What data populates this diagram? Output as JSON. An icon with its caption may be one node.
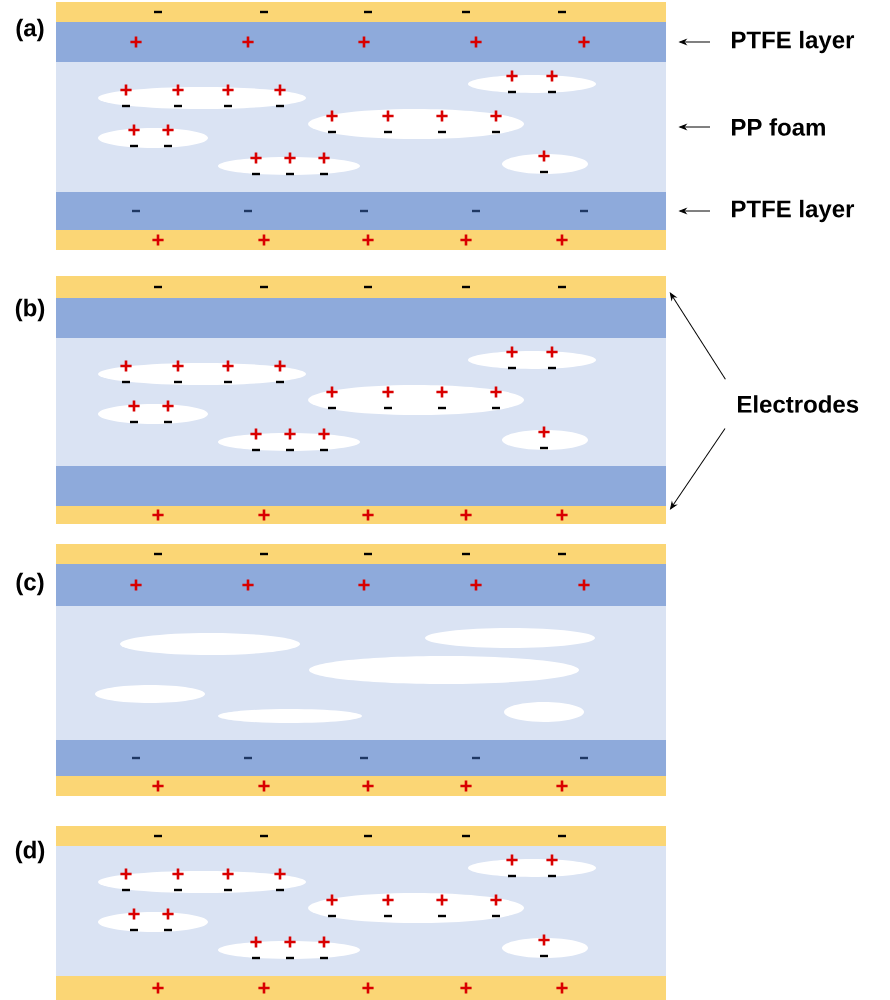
{
  "diagram": {
    "nodes": [
      {
        "text": [
          "PTFE layer"
        ]
      },
      {
        "text": [],
        "shape": "box"
      },
      {
        "text": [
          "PP foam"
        ]
      },
      {
        "text": [],
        "shape": "box"
      },
      {
        "text": [
          "PTFE layer"
        ]
      },
      {
        "text": [],
        "shape": "box"
      },
      {
        "text": [
          "Electrodes"
        ]
      },
      {
        "text": [],
        "shape": "box"
      },
      {
        "text": [],
        "shape": "box"
      }
    ],
    "edges": [
      {
        "from": 0,
        "to": 1,
        "arrow": "to"
      },
      {
        "from": 2,
        "to": 3,
        "arrow": "to"
      },
      {
        "from": 4,
        "to": 5,
        "arrow": "to"
      },
      {
        "from": 6,
        "to": 7,
        "arrow": "to"
      },
      {
        "from": 6,
        "to": 8,
        "arrow": "to"
      }
    ],
    "labels": [
      "(a)",
      "(b)",
      "(c)",
      "(d)"
    ]
  }
}
